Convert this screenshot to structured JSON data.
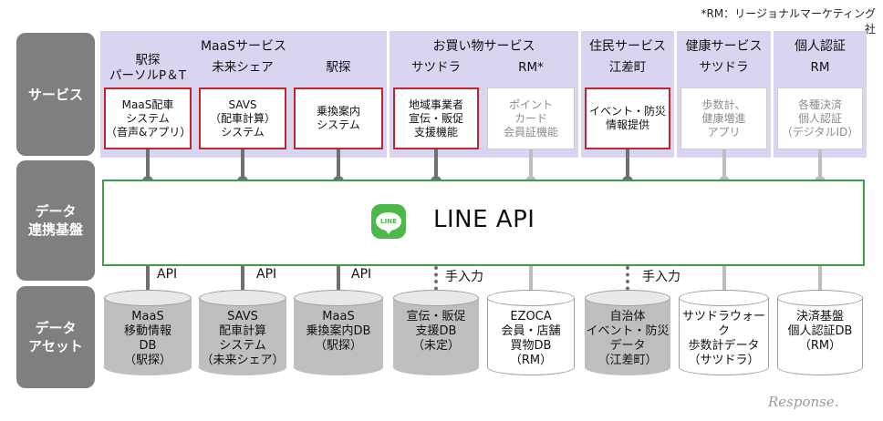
{
  "note": "*RM：リージョナルマーケティング社",
  "row_labels": {
    "service": "サービス",
    "platform": "データ\n連携基盤",
    "asset": "データ\nアセット"
  },
  "categories": {
    "maas": "MaaSサービス",
    "shopping": "お買い物サービス",
    "resident": "住民サービス",
    "health": "健康サービス",
    "auth": "個人認証"
  },
  "providers": [
    "駅探\nパーソルP＆T",
    "未来シェア",
    "駅探",
    "サツドラ",
    "RM*",
    "江差町",
    "サツドラ",
    "RM"
  ],
  "services": [
    {
      "text": "MaaS配車\nシステム\n（音声&アプリ）",
      "active": true
    },
    {
      "text": "SAVS\n（配車計算）\nシステム",
      "active": true
    },
    {
      "text": "乗換案内\nシステム",
      "active": true
    },
    {
      "text": "地域事業者\n宣伝・販促\n支援機能",
      "active": true
    },
    {
      "text": "ポイント\nカード\n会員証機能",
      "active": false
    },
    {
      "text": "イベント・防災\n情報提供",
      "active": true
    },
    {
      "text": "歩数計、\n健康増進\nアプリ",
      "active": false
    },
    {
      "text": "各種決済\n個人認証\n（デジタルID）",
      "active": false
    }
  ],
  "platform": {
    "icon_text": "LINE",
    "title": "LINE API"
  },
  "connectors": {
    "api": "API",
    "manual": "手入力"
  },
  "assets": [
    {
      "text": "MaaS\n移動情報\nDB\n（駅探）",
      "filled": true
    },
    {
      "text": "SAVS\n配車計算\nシステム\n（未来シェア）",
      "filled": true
    },
    {
      "text": "MaaS\n乗換案内DB\n（駅探）",
      "filled": true
    },
    {
      "text": "宣伝・販促\n支援DB\n（未定）",
      "filled": true
    },
    {
      "text": "EZOCA\n会員・店舗\n買物DB\n（RM）",
      "filled": false
    },
    {
      "text": "自治体\nイベント・防災\nデータ\n（江差町）",
      "filled": true
    },
    {
      "text": "サツドラウォーク\n歩数計データ\n（サツドラ）",
      "filled": false
    },
    {
      "text": "決済基盤\n個人認証DB\n（RM）",
      "filled": false
    }
  ],
  "colors": {
    "purple_band": "#d9d5f0",
    "active_border": "#c0262c",
    "line_green": "#4cb849",
    "label_gray": "#7f7f7f"
  },
  "watermark": "Response."
}
